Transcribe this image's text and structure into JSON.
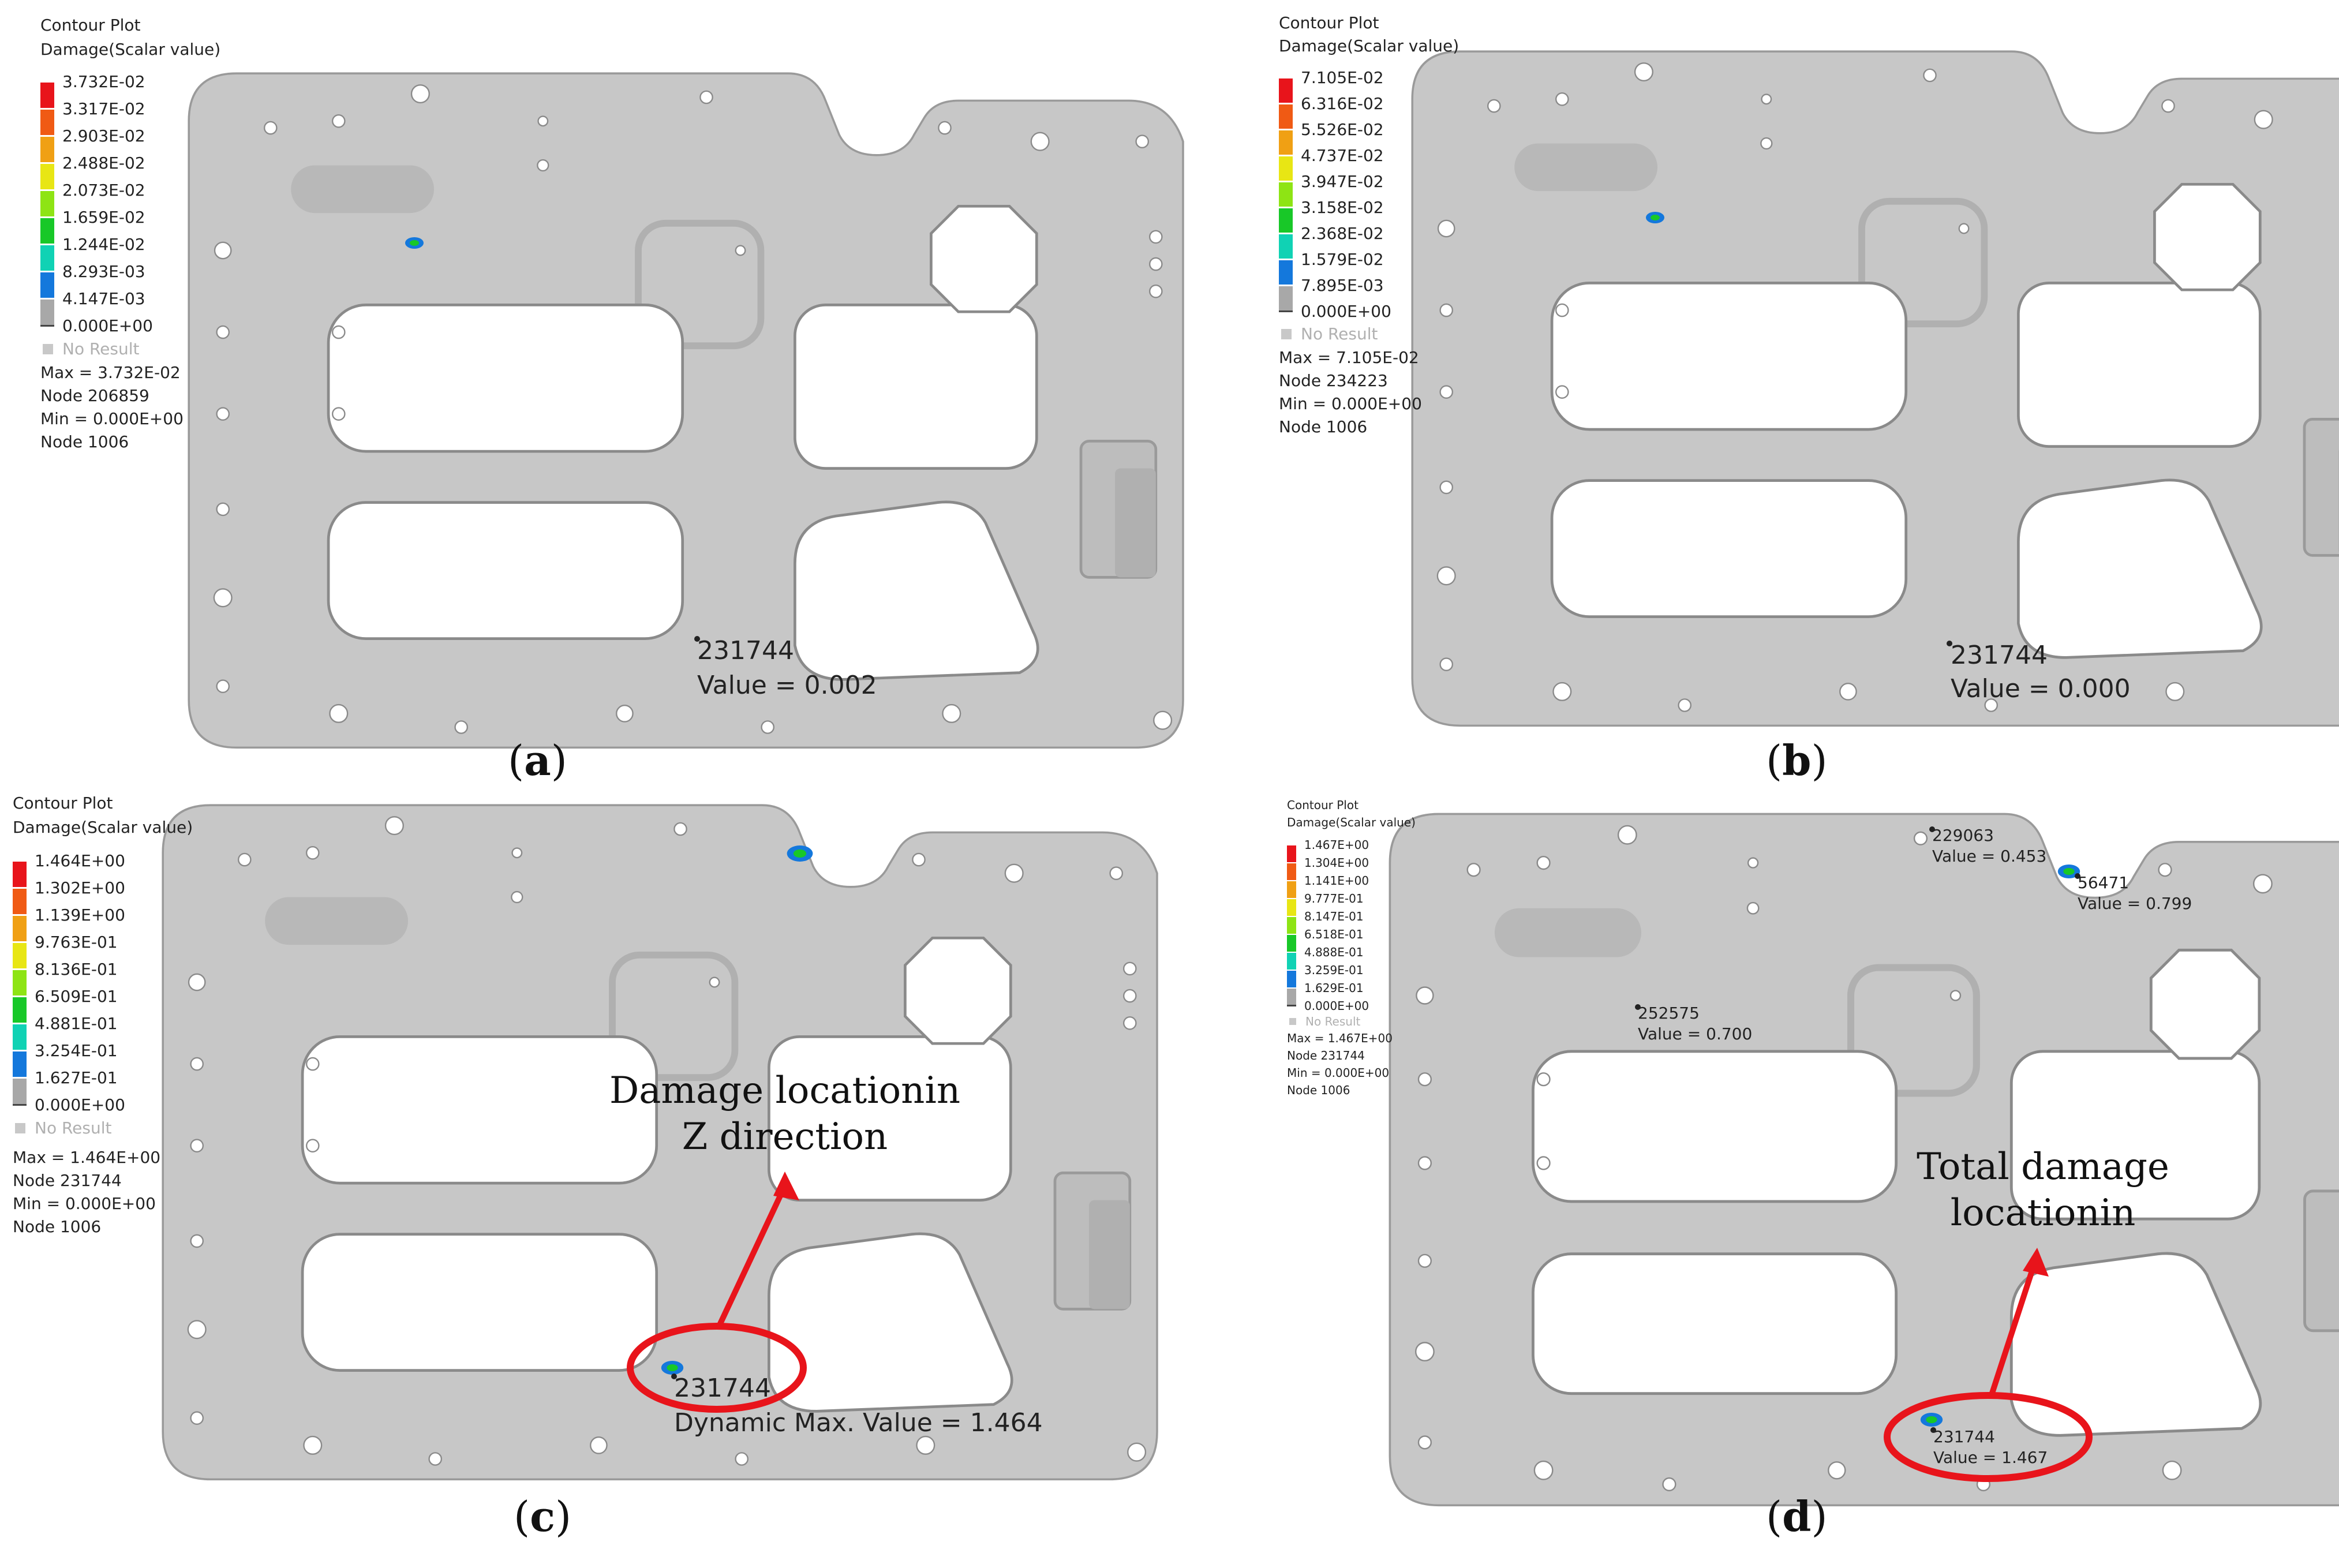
{
  "panels": [
    {
      "id": "a",
      "legend_title": "Contour Plot",
      "legend_subtitle": "Damage(Scalar value)",
      "legend_values": [
        "3.732E-02",
        "3.317E-02",
        "2.903E-02",
        "2.488E-02",
        "2.073E-02",
        "1.659E-02",
        "1.244E-02",
        "8.293E-03",
        "4.147E-03",
        "0.000E+00"
      ],
      "no_result": "No Result",
      "stats": [
        "Max = 3.732E-02",
        "Node 206859",
        "Min = 0.000E+00",
        "Node 1006"
      ],
      "node_id": "231744",
      "node_value": "Value = 0.002",
      "caption_letter": "a"
    },
    {
      "id": "b",
      "legend_title": "Contour Plot",
      "legend_subtitle": "Damage(Scalar value)",
      "legend_values": [
        "7.105E-02",
        "6.316E-02",
        "5.526E-02",
        "4.737E-02",
        "3.947E-02",
        "3.158E-02",
        "2.368E-02",
        "1.579E-02",
        "7.895E-03",
        "0.000E+00"
      ],
      "no_result": "No Result",
      "stats": [
        "Max = 7.105E-02",
        "Node 234223",
        "Min = 0.000E+00",
        "Node 1006"
      ],
      "node_id": "231744",
      "node_value": "Value = 0.000",
      "caption_letter": "b"
    },
    {
      "id": "c",
      "legend_title": "Contour Plot",
      "legend_subtitle": "Damage(Scalar value)",
      "legend_values": [
        "1.464E+00",
        "1.302E+00",
        "1.139E+00",
        "9.763E-01",
        "8.136E-01",
        "6.509E-01",
        "4.881E-01",
        "3.254E-01",
        "1.627E-01",
        "0.000E+00"
      ],
      "no_result": "No Result",
      "stats": [
        "Max = 1.464E+00",
        "Node 231744",
        "Min = 0.000E+00",
        "Node 1006"
      ],
      "node_id": "231744",
      "node_value": "Dynamic Max. Value =  1.464",
      "annotation_line1": "Damage locationin",
      "annotation_line2": "Z direction",
      "caption_letter": "c"
    },
    {
      "id": "d",
      "legend_title": "Contour Plot",
      "legend_subtitle": "Damage(Scalar value)",
      "legend_values": [
        "1.467E+00",
        "1.304E+00",
        "1.141E+00",
        "9.777E-01",
        "8.147E-01",
        "6.518E-01",
        "4.888E-01",
        "3.259E-01",
        "1.629E-01",
        "0.000E+00"
      ],
      "no_result": "No Result",
      "stats": [
        "Max = 1.467E+00",
        "Node 231744",
        "Min = 0.000E+00",
        "Node 1006"
      ],
      "node_id": "231744",
      "node_value": "Value = 1.467",
      "extra_nodes": [
        {
          "id": "229063",
          "value": "Value = 0.453"
        },
        {
          "id": "56471",
          "value": "Value = 0.799"
        },
        {
          "id": "252575",
          "value": "Value = 0.700"
        }
      ],
      "annotation_line1": "Total damage",
      "annotation_line2": "locationin",
      "caption_letter": "d"
    }
  ],
  "legend_colors": [
    "#e8141b",
    "#f05a14",
    "#f0a014",
    "#e8e614",
    "#8ee414",
    "#18c828",
    "#10d2b4",
    "#1478dc",
    "#a8a8a8"
  ],
  "accent_color": "#e8141b",
  "plate_color": "#c7c7c7"
}
